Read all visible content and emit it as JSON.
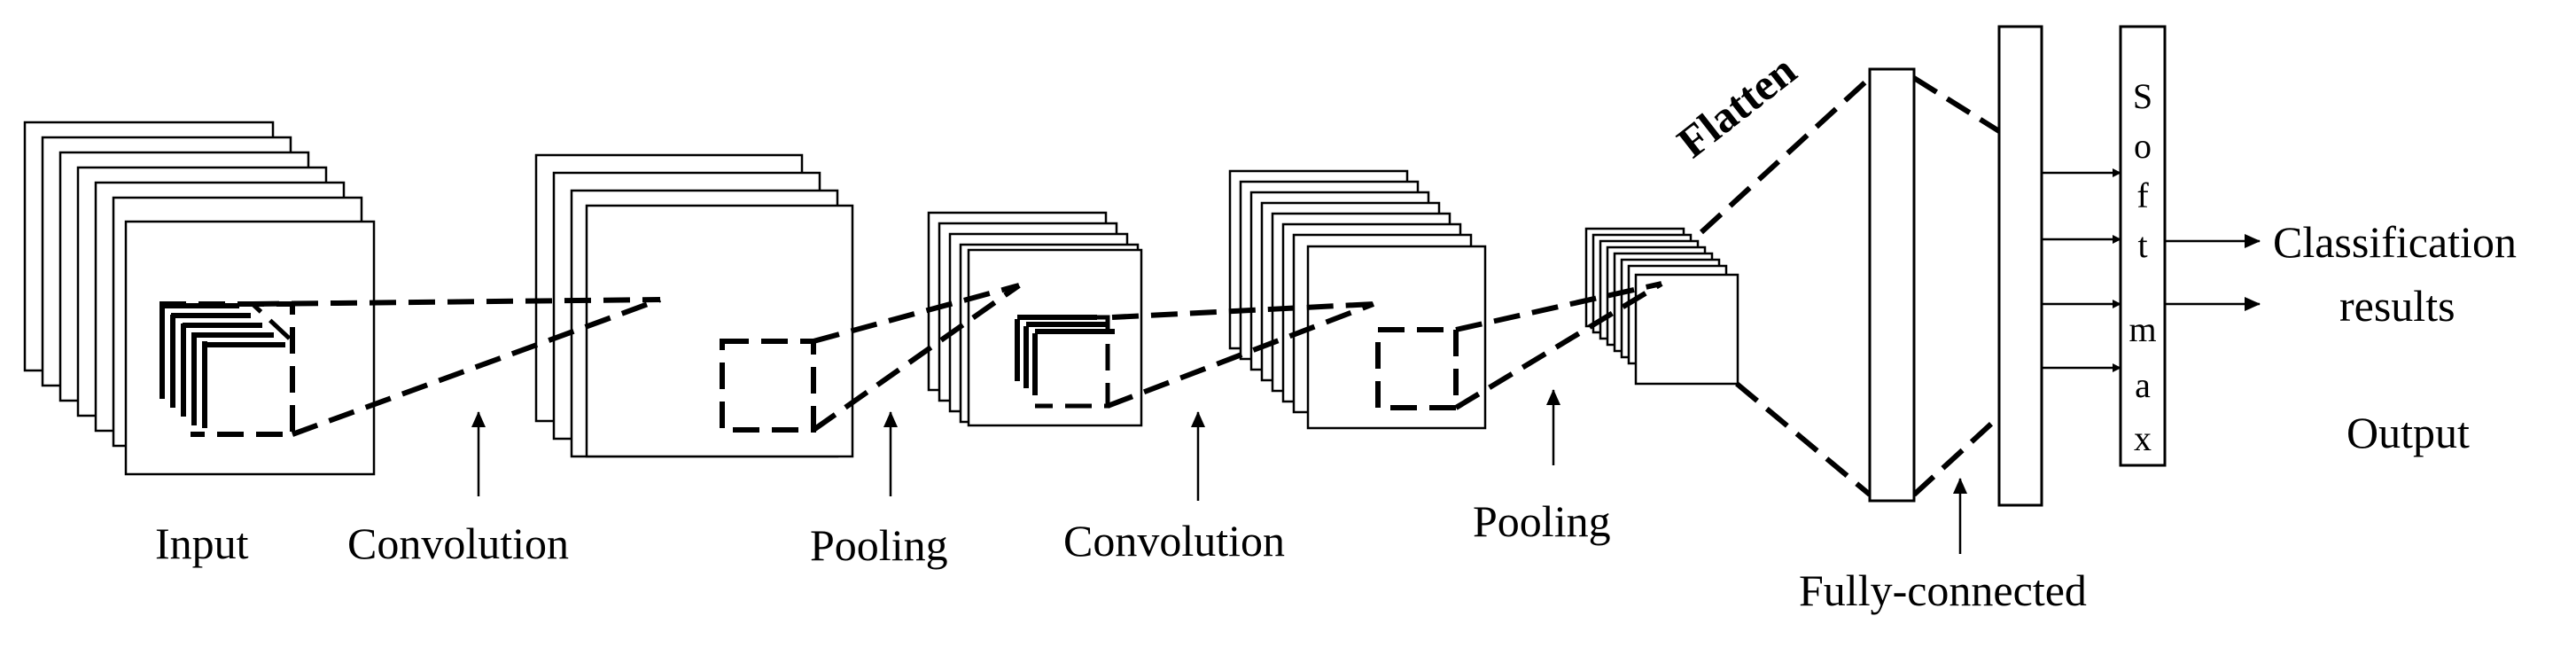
{
  "labels": {
    "input": "Input",
    "convolution_1": "Convolution",
    "pooling_1": "Pooling",
    "convolution_2": "Convolution",
    "pooling_2": "Pooling",
    "flatten": "Flatten",
    "fully_connected": "Fully-connected",
    "classification": "Classification",
    "results": "results",
    "output": "Output"
  },
  "softmax_letters": [
    "S",
    "o",
    "f",
    "t",
    "m",
    "a",
    "x"
  ]
}
